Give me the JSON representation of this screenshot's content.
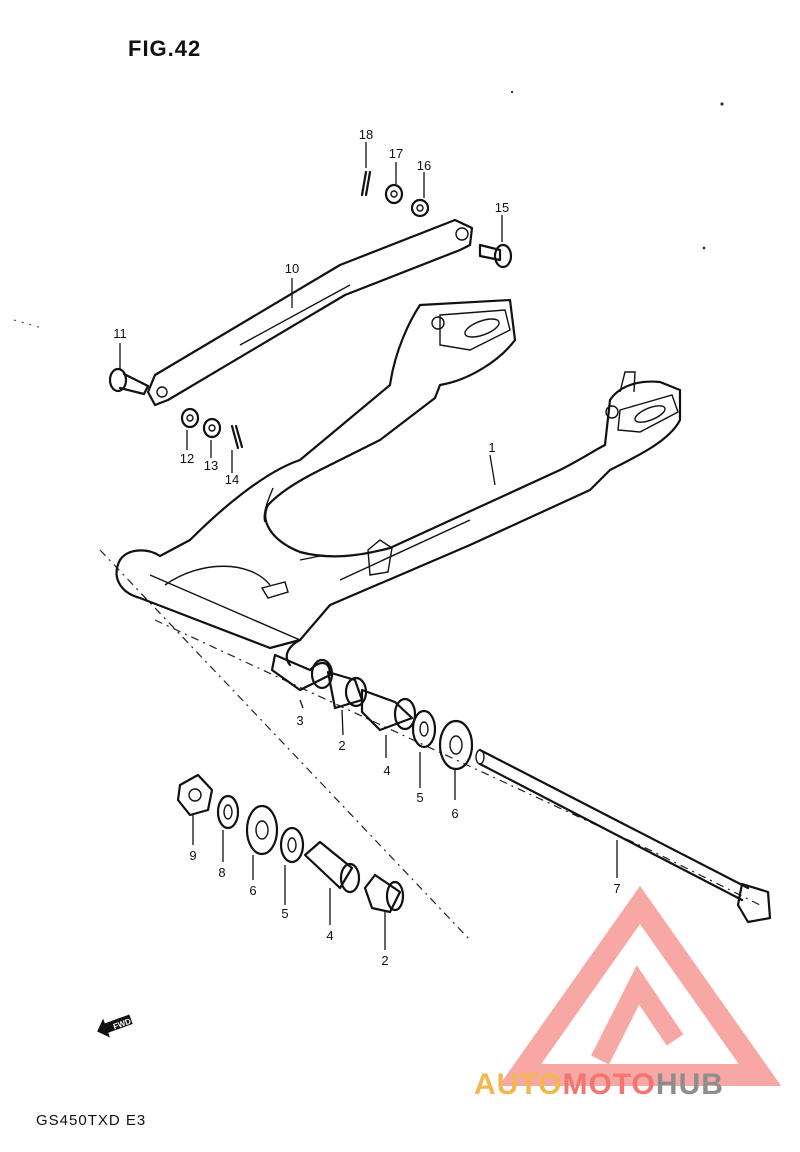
{
  "figure": {
    "title": "FIG.42",
    "model_code": "GS450TXD  E3"
  },
  "callouts": [
    "1",
    "2",
    "3",
    "4",
    "5",
    "6",
    "7",
    "8",
    "9",
    "10",
    "11",
    "12",
    "13",
    "14",
    "15",
    "16",
    "17",
    "18"
  ],
  "fwd_label": "FWD",
  "watermark": {
    "part1": "AUTO",
    "part2": "MOTO",
    "part3": "HUB",
    "colors": [
      "#f2b74e",
      "#f2766f",
      "#8d8d8d"
    ]
  }
}
